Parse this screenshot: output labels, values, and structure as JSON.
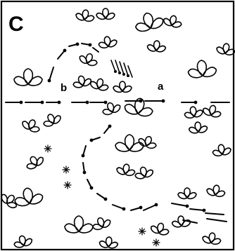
{
  "panel": {
    "label": "C"
  },
  "points": {
    "a": "a",
    "b": "b"
  },
  "icons": {
    "flower": "trefoil-flower-icon",
    "star": "asterisk-star-icon"
  }
}
